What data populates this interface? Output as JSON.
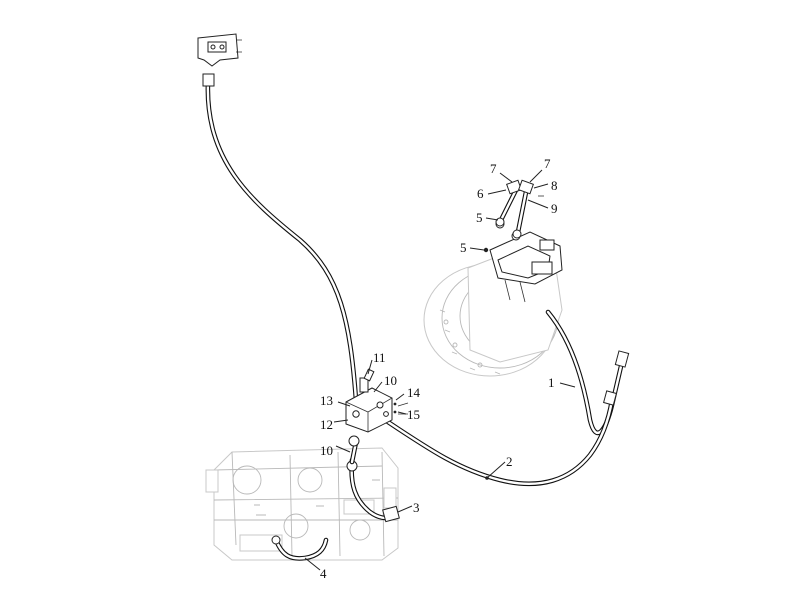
{
  "diagram": {
    "callouts": [
      {
        "id": "callout-1",
        "text": "1"
      },
      {
        "id": "callout-2",
        "text": "2"
      },
      {
        "id": "callout-3",
        "text": "3"
      },
      {
        "id": "callout-4",
        "text": "4"
      },
      {
        "id": "callout-5a",
        "text": "5"
      },
      {
        "id": "callout-5b",
        "text": "5"
      },
      {
        "id": "callout-6",
        "text": "6"
      },
      {
        "id": "callout-7a",
        "text": "7"
      },
      {
        "id": "callout-7b",
        "text": "7"
      },
      {
        "id": "callout-8",
        "text": "8"
      },
      {
        "id": "callout-9",
        "text": "9"
      },
      {
        "id": "callout-10a",
        "text": "10"
      },
      {
        "id": "callout-10b",
        "text": "10"
      },
      {
        "id": "callout-11",
        "text": "11"
      },
      {
        "id": "callout-12",
        "text": "12"
      },
      {
        "id": "callout-13",
        "text": "13"
      },
      {
        "id": "callout-14",
        "text": "14"
      },
      {
        "id": "callout-15",
        "text": "15"
      }
    ],
    "colors": {
      "line": "#222222",
      "ghost": "#c8c8c8",
      "background": "#ffffff"
    }
  }
}
